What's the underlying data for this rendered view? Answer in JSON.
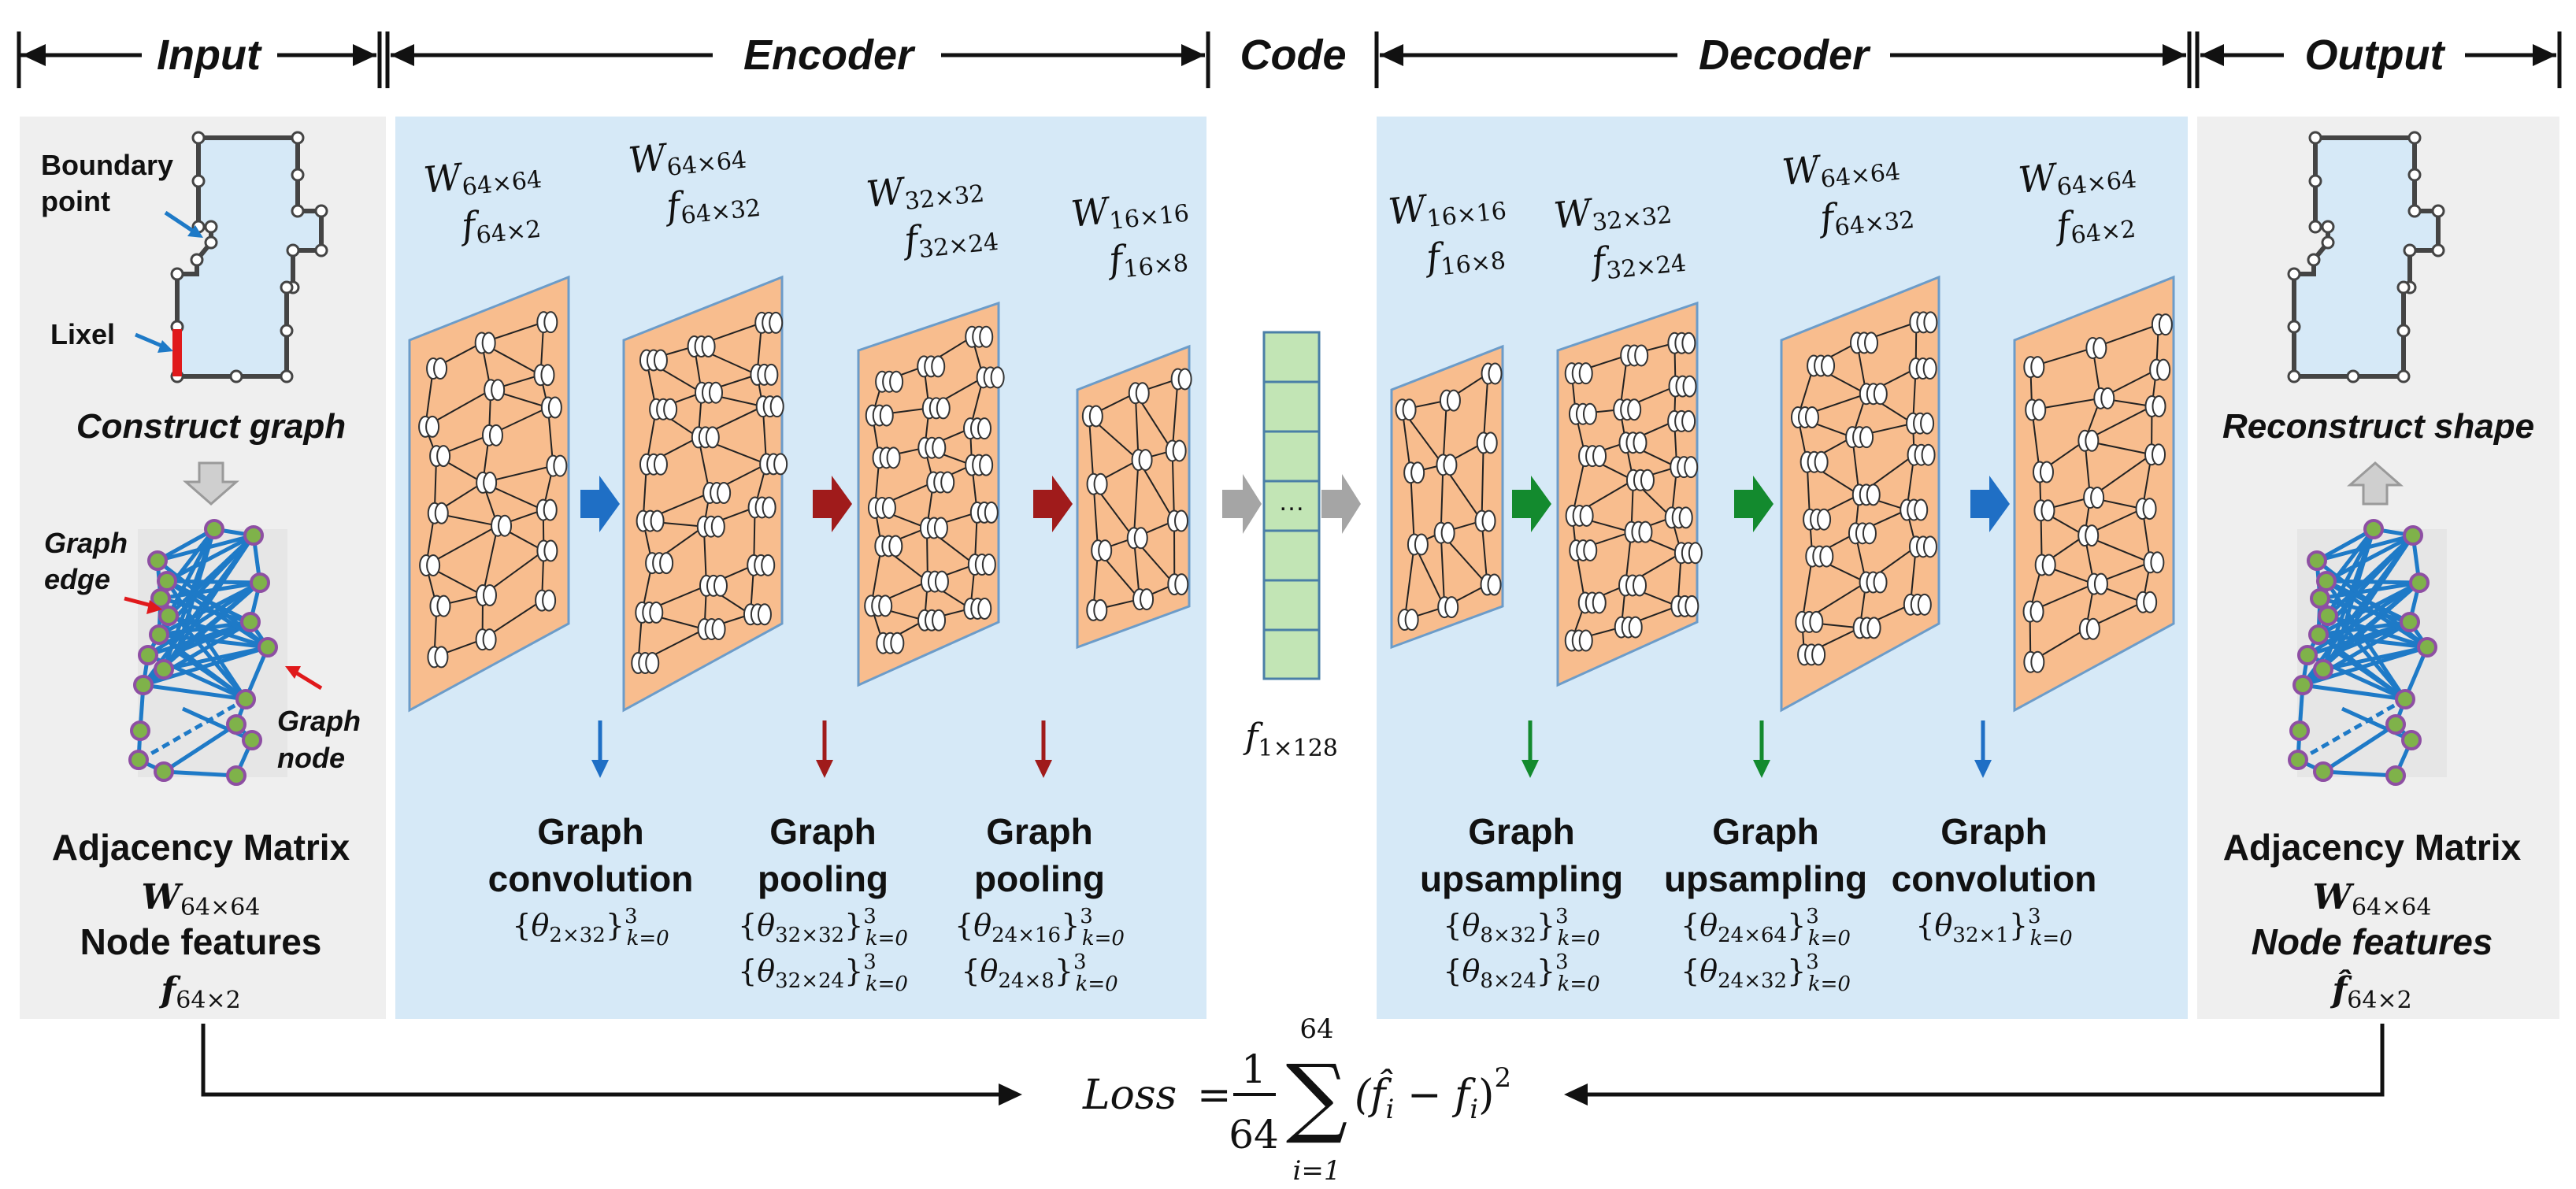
{
  "sections": {
    "input": "Input",
    "encoder": "Encoder",
    "code": "Code",
    "decoder": "Decoder",
    "output": "Output"
  },
  "input_panel": {
    "boundary_point": [
      "Boundary",
      "point"
    ],
    "lixel": "Lixel",
    "construct_graph": "Construct graph",
    "graph_edge": [
      "Graph",
      "edge"
    ],
    "graph_node": [
      "Graph",
      "node"
    ],
    "adjacency_title": "Adjacency Matrix",
    "adjacency_sym": "W",
    "adjacency_sub": "64×64",
    "node_features_title": "Node features",
    "node_features_sym": "f",
    "node_features_sub": "64×2"
  },
  "output_panel": {
    "reconstruct": "Reconstruct shape",
    "adjacency_title": "Adjacency Matrix",
    "adjacency_sym": "W",
    "adjacency_sub": "64×64",
    "node_features_title": "Node features",
    "node_features_sym": "f̂",
    "node_features_sub": "64×2"
  },
  "encoder_layers": [
    {
      "w_sub": "64×64",
      "f_sub": "64×2"
    },
    {
      "w_sub": "64×64",
      "f_sub": "64×32"
    },
    {
      "w_sub": "32×32",
      "f_sub": "32×24"
    },
    {
      "w_sub": "16×16",
      "f_sub": "16×8"
    }
  ],
  "decoder_layers": [
    {
      "w_sub": "16×16",
      "f_sub": "16×8"
    },
    {
      "w_sub": "32×32",
      "f_sub": "32×24"
    },
    {
      "w_sub": "64×64",
      "f_sub": "64×32"
    },
    {
      "w_sub": "64×64",
      "f_sub": "64×2"
    }
  ],
  "code": {
    "sym": "f",
    "sub": "1×128",
    "dots": "…"
  },
  "operations": [
    {
      "line1": "Graph",
      "line2": "convolution",
      "params": [
        {
          "sub": "2×32"
        }
      ],
      "color": "#1f6fc5"
    },
    {
      "line1": "Graph",
      "line2": "pooling",
      "params": [
        {
          "sub": "32×32"
        },
        {
          "sub": "32×24"
        }
      ],
      "color": "#a01b1b"
    },
    {
      "line1": "Graph",
      "line2": "pooling",
      "params": [
        {
          "sub": "24×16"
        },
        {
          "sub": "24×8"
        }
      ],
      "color": "#a01b1b"
    },
    {
      "line1": "Graph",
      "line2": "upsampling",
      "params": [
        {
          "sub": "8×32"
        },
        {
          "sub": "8×24"
        }
      ],
      "color": "#138a2e"
    },
    {
      "line1": "Graph",
      "line2": "upsampling",
      "params": [
        {
          "sub": "24×64"
        },
        {
          "sub": "24×32"
        }
      ],
      "color": "#138a2e"
    },
    {
      "line1": "Graph",
      "line2": "convolution",
      "params": [
        {
          "sub": "32×1"
        }
      ],
      "color": "#1f6fc5"
    }
  ],
  "param_format": {
    "theta": "θ",
    "sup": "3",
    "k_sub": "k=0"
  },
  "loss": {
    "lhs": "Loss",
    "eq": "=",
    "frac_num": "1",
    "frac_den": "64",
    "sum_top": "64",
    "sum_bottom": "i=1",
    "sigma": "∑",
    "term": "(f̂",
    "term_i": "i",
    "minus": " − f",
    "minus_i": "i",
    "close": ")",
    "power": "2"
  },
  "colors": {
    "panel_gray": "#efefef",
    "panel_blue": "#d6e9f7",
    "plane_fill": "#f8bd8e",
    "plane_edge": "#6c9cc9",
    "code_fill": "#c2e5b5",
    "code_line": "#4a7fa7",
    "node_fill": "#7fb24a",
    "node_ring": "#8e4fa3",
    "graph_edge": "#1e7ac7",
    "lixel": "#e0191b",
    "gray_arrow": "#a5a5a5"
  }
}
